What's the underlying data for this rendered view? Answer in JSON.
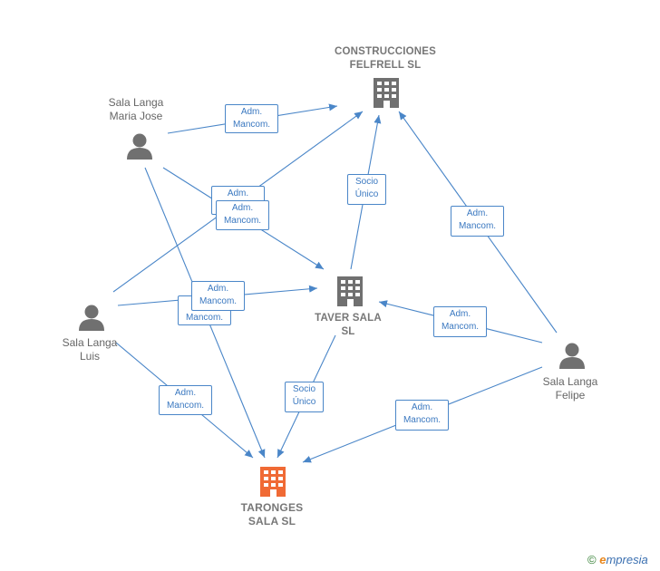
{
  "companies": {
    "construcciones": {
      "line1": "CONSTRUCCIONES",
      "line2": "FELFRELL SL"
    },
    "taver": {
      "line1": "TAVER SALA",
      "line2": "SL"
    },
    "taronges": {
      "line1": "TARONGES",
      "line2": "SALA  SL"
    }
  },
  "persons": {
    "maria_jose": {
      "line1": "Sala Langa",
      "line2": "Maria Jose"
    },
    "luis": {
      "line1": "Sala Langa",
      "line2": "Luis"
    },
    "felipe": {
      "line1": "Sala Langa",
      "line2": "Felipe"
    }
  },
  "edges": {
    "adm_mancom": {
      "line1": "Adm.",
      "line2": "Mancom."
    },
    "adm_partial": {
      "line1": "Adm."
    },
    "socio_unico": {
      "line1": "Socio",
      "line2": "Único"
    }
  },
  "colors": {
    "line": "#4a86c8",
    "icon_gray": "#707070",
    "focus_company": "#f06a35"
  },
  "brand": {
    "copyright": "©",
    "e": "e",
    "rest": "mpresia"
  }
}
